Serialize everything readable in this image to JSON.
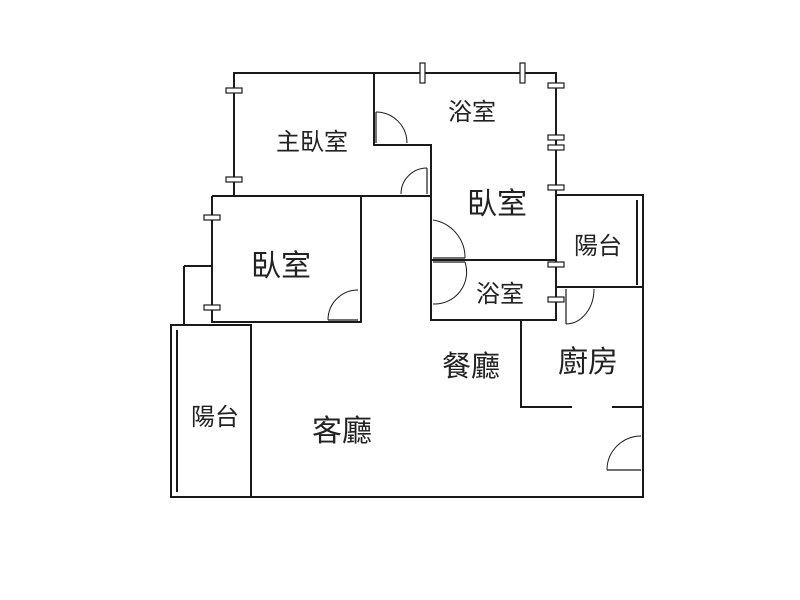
{
  "rooms": {
    "master_bedroom": "主臥室",
    "bath_top": "浴室",
    "bedroom_mid": "臥室",
    "bedroom_left": "臥室",
    "bath_mid": "浴室",
    "balcony_right": "陽台",
    "balcony_left": "陽台",
    "dining": "餐廳",
    "kitchen": "廚房",
    "living": "客廳"
  }
}
